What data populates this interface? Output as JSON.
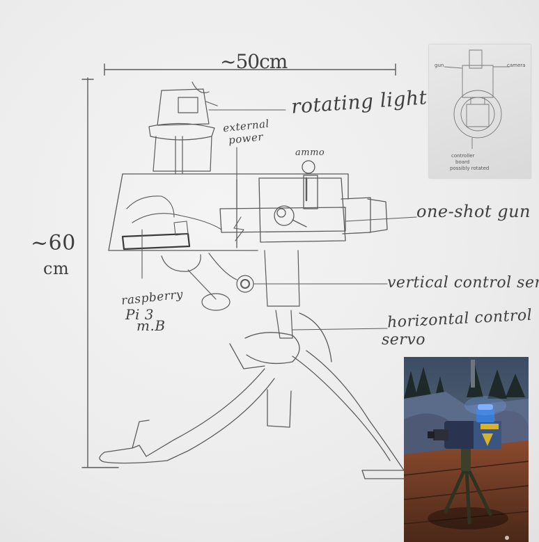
{
  "dimensions": {
    "width_label": "~50cm",
    "height_label_top": "~60",
    "height_label_bottom": "cm"
  },
  "labels": {
    "rotating_light": "rotating light",
    "external_power_1": "external",
    "external_power_2": "power",
    "ammo": "ammo",
    "one_shot_gun": "one-shot gun",
    "vertical_control_servo": "vertical control servo",
    "horizontal_control_servo_1": "horizontal control",
    "horizontal_control_servo_2": "servo",
    "raspberry_pi_1": "raspberry",
    "raspberry_pi_2": "Pi 3",
    "raspberry_pi_3": "m.B"
  },
  "inset_sketch": {
    "gun": "gun",
    "camera": "camera",
    "controller_1": "controller",
    "controller_2": "board",
    "controller_3": "possibly rotated"
  },
  "colors": {
    "pencil": "#5a5a5a",
    "paper": "#ececec",
    "sentry_blue": "#3a7bd5",
    "sentry_yellow": "#d9b22b"
  }
}
